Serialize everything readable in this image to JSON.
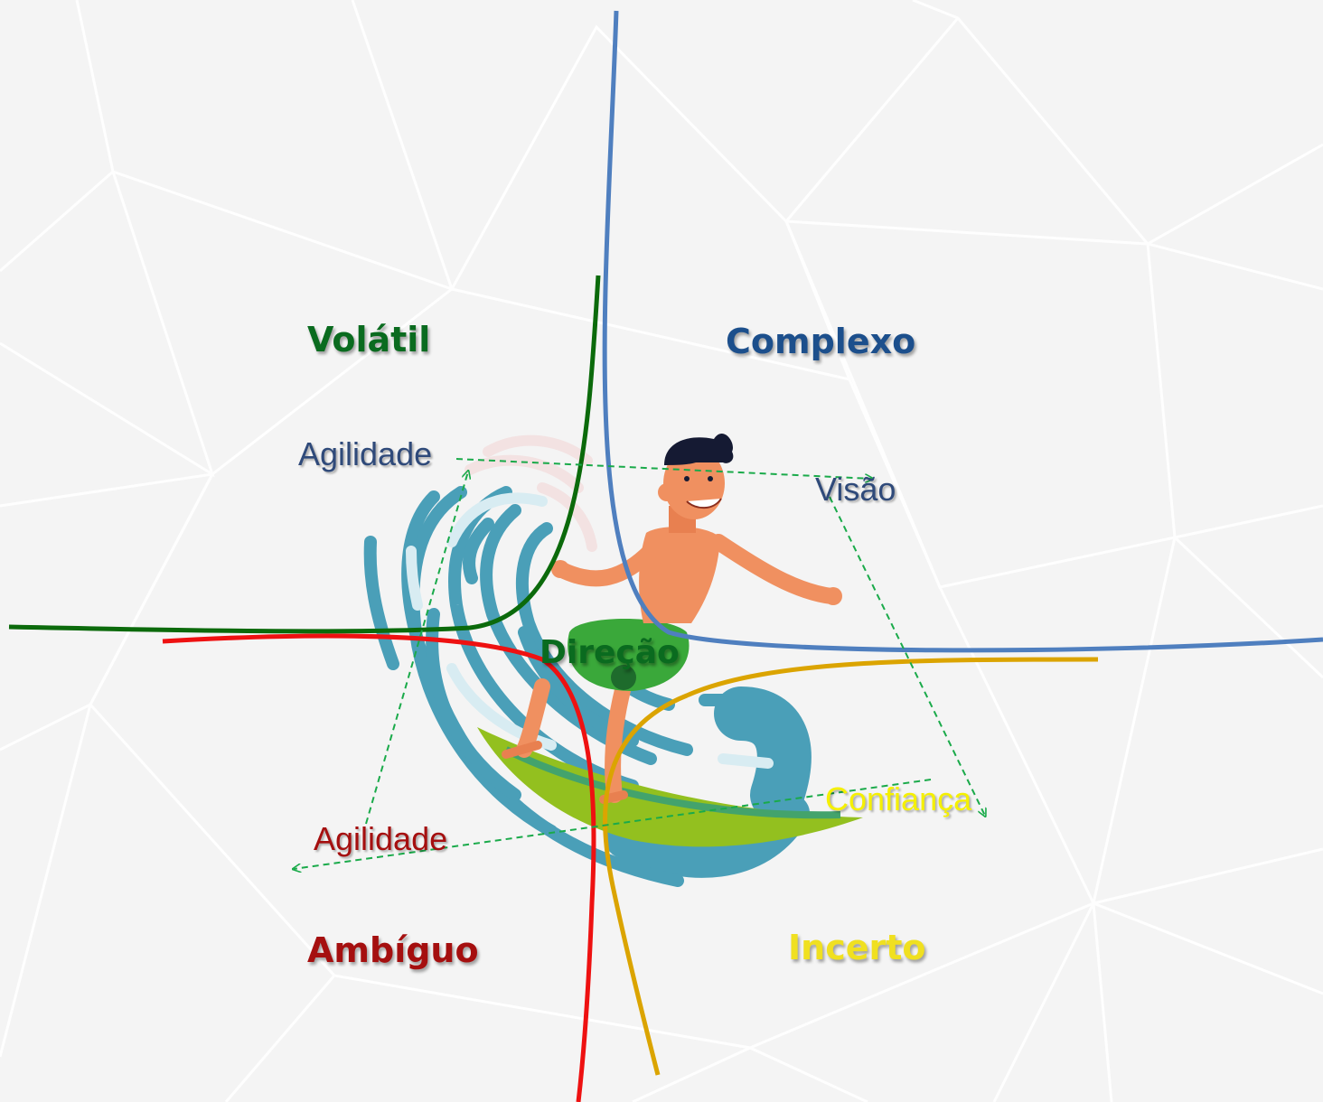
{
  "colors": {
    "volatil": "#0a6b1f",
    "complexo": "#1c4f8c",
    "ambiguo": "#a50f0f",
    "incerto": "#f0e020",
    "agilidade_top": "#2f4a7a",
    "visao": "#2f4a7a",
    "agilidade_bottom": "#a50f0f",
    "confianca": "#f5f000",
    "direcao": "#0a6b1f",
    "curve_green": "#0b6a0b",
    "curve_blue": "#4f7fbf",
    "curve_red": "#ee1111",
    "curve_orange": "#dba400",
    "dashed_arrows": "#1aaa4a",
    "background": "#f4f4f4"
  },
  "quadrants": {
    "volatil": "Volátil",
    "complexo": "Complexo",
    "ambiguo": "Ambíguo",
    "incerto": "Incerto"
  },
  "responses": {
    "agilidade_top": "Agilidade",
    "visao": "Visão",
    "agilidade_bottom": "Agilidade",
    "confianca": "Confiança"
  },
  "center": {
    "direcao": "Direção"
  },
  "illustration": {
    "subject": "surfer-on-wave-icon"
  }
}
